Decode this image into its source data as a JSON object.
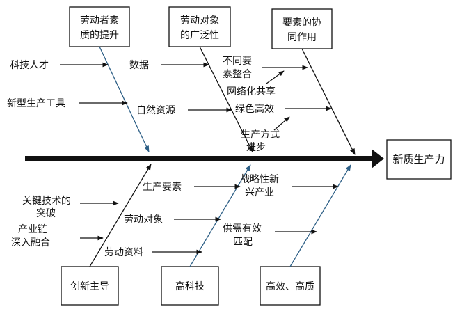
{
  "head": {
    "label": "新质生产力"
  },
  "top_categories": [
    {
      "lines": [
        "劳动者素",
        "质的提升"
      ]
    },
    {
      "lines": [
        "劳动对象",
        "的广泛性"
      ]
    },
    {
      "lines": [
        "要素的协",
        "同作用"
      ]
    }
  ],
  "bottom_categories": [
    {
      "lines": [
        "创新主导"
      ]
    },
    {
      "lines": [
        "高科技"
      ]
    },
    {
      "lines": [
        "高效、高质"
      ]
    }
  ],
  "causes": {
    "keji_rencai": [
      "科技人才"
    ],
    "xinxing_gongju": [
      "新型生产工具"
    ],
    "shuju": [
      "数据"
    ],
    "ziran_ziyuan": [
      "自然资源"
    ],
    "butong_yaosu": [
      "不同要",
      "素整合"
    ],
    "wangluohua": [
      "网络化共享"
    ],
    "lvse_gaoxiao": [
      "绿色高效"
    ],
    "shengchan_fangshi": [
      "生产方式",
      "进步"
    ],
    "guanjian_jishu": [
      "关键技术的",
      "突破"
    ],
    "chanyelian": [
      "产业链",
      "深入融合"
    ],
    "shengchan_yaosu": [
      "生产要素"
    ],
    "laodong_duixiang": [
      "劳动对象"
    ],
    "laodong_ziliao": [
      "劳动资料"
    ],
    "zhanlue_xinxing": [
      "战略性新",
      "兴产业"
    ],
    "gongxu_youxiao": [
      "供需有效",
      "匹配"
    ]
  },
  "colors": {
    "line": "#111111",
    "blue": "#2d5f86",
    "box_border": "#111111"
  }
}
